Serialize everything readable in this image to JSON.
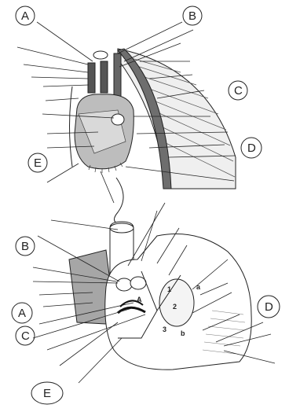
{
  "top_diagram": {
    "callouts": [
      {
        "id": "A",
        "letter": "A"
      },
      {
        "id": "B",
        "letter": "B"
      },
      {
        "id": "C",
        "letter": "C"
      },
      {
        "id": "D",
        "letter": "D"
      },
      {
        "id": "E",
        "letter": "E"
      }
    ]
  },
  "bottom_diagram": {
    "callouts": [
      {
        "id": "B",
        "letter": "B"
      },
      {
        "id": "A",
        "letter": "A"
      },
      {
        "id": "C",
        "letter": "C"
      },
      {
        "id": "D",
        "letter": "D"
      },
      {
        "id": "E",
        "letter": "E"
      }
    ],
    "markers": {
      "m1": "1",
      "m2": "2",
      "m3": "3",
      "ma": "a",
      "mb": "b",
      "mA": "A"
    }
  },
  "colors": {
    "ink": "#222222",
    "tissue_gray": "#8f8f8f",
    "tissue_light": "#c9c9c9",
    "paper": "#ffffff"
  }
}
